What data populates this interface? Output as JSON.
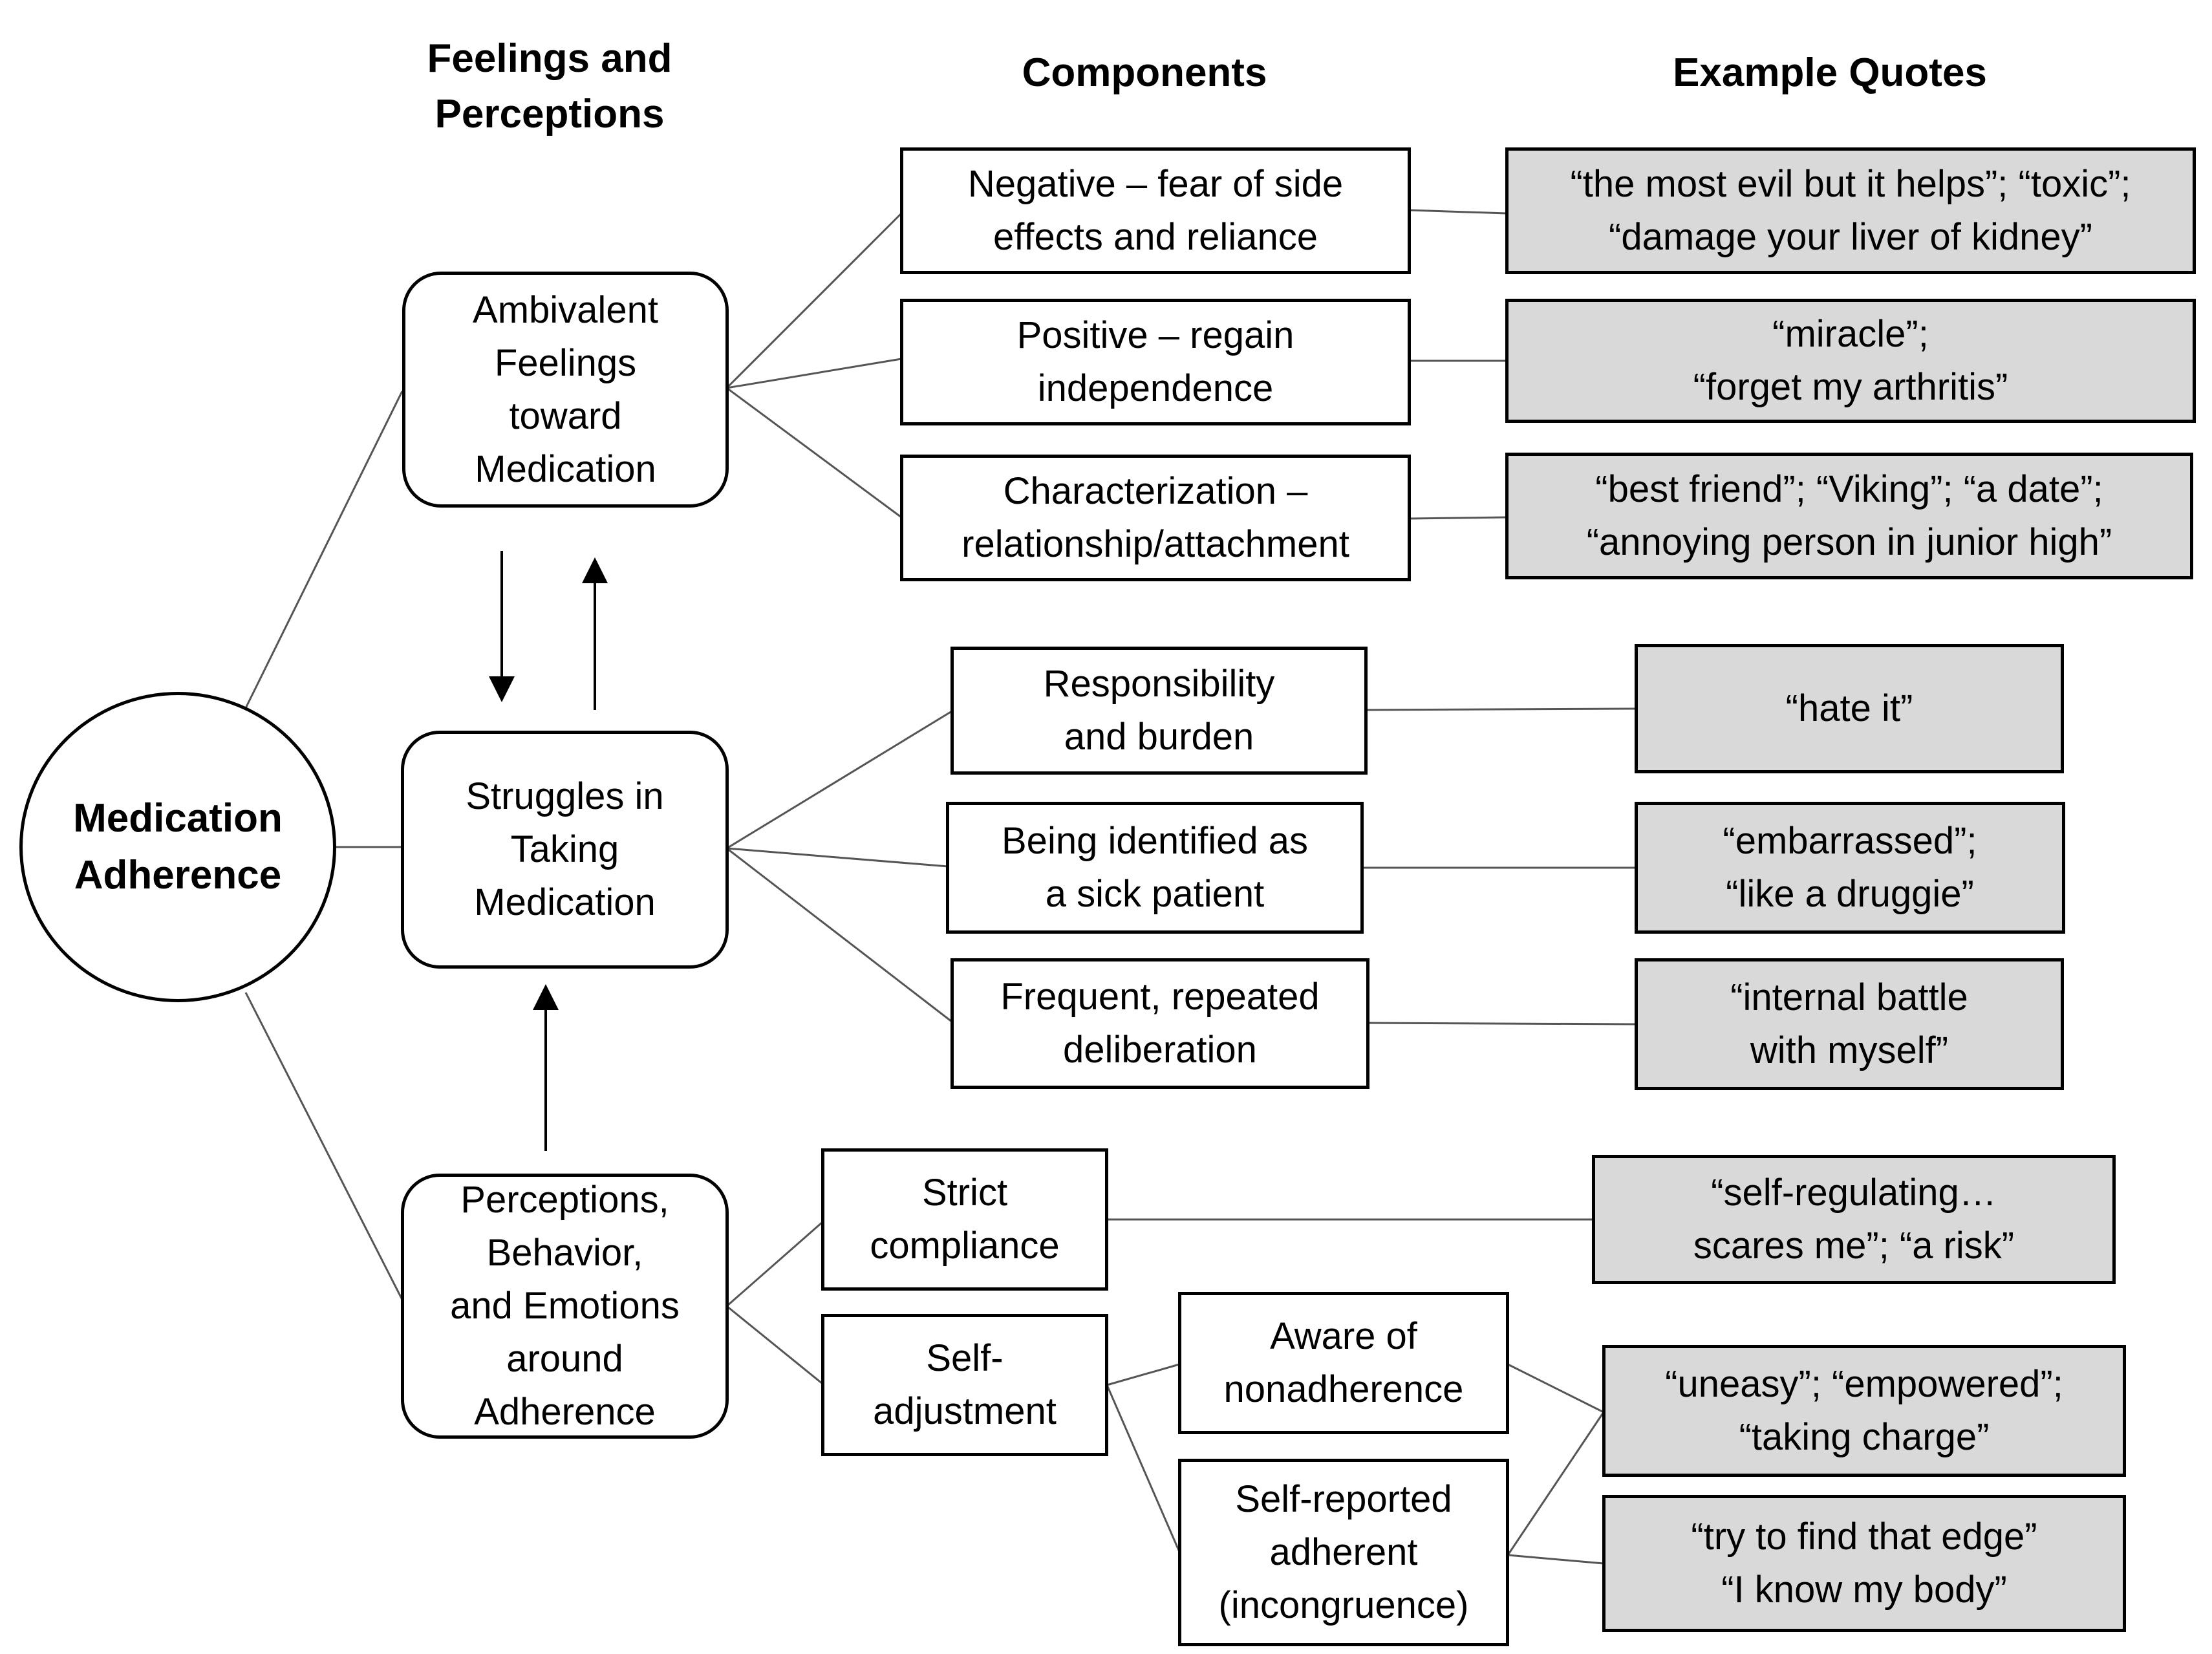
{
  "headers": {
    "feelings": "Feelings and\nPerceptions",
    "components": "Components",
    "quotes": "Example Quotes"
  },
  "center": "Medication\nAdherence",
  "themes": {
    "ambivalent": "Ambivalent\nFeelings\ntoward\nMedication",
    "struggles": "Struggles in\nTaking\nMedication",
    "perceptions": "Perceptions,\nBehavior,\nand Emotions\naround\nAdherence"
  },
  "components": {
    "negative": "Negative – fear of side\neffects and reliance",
    "positive": "Positive – regain\nindependence",
    "characterization": "Characterization –\nrelationship/attachment",
    "responsibility": "Responsibility\nand burden",
    "identified": "Being identified as\na sick patient",
    "deliberation": "Frequent, repeated\ndeliberation",
    "strict": "Strict\ncompliance",
    "self_adjustment": "Self-\nadjustment",
    "aware": "Aware of\nnonadherence",
    "self_reported": "Self-reported\nadherent\n(incongruence)"
  },
  "quotes": {
    "negative": "“the most evil but it helps”; “toxic”;\n“damage your liver of kidney”",
    "positive": "“miracle”;\n“forget my arthritis”",
    "characterization": "“best friend”; “Viking”; “a date”;\n“annoying person in junior high”",
    "responsibility": "“hate it”",
    "identified": "“embarrassed”;\n“like a druggie”",
    "deliberation": "“internal battle\nwith myself”",
    "strict": "“self-regulating…\nscares me”; “a risk”",
    "aware": "“uneasy”; “empowered”;\n“taking charge”",
    "self_reported": "“try to find that edge”\n“I know my body”"
  }
}
